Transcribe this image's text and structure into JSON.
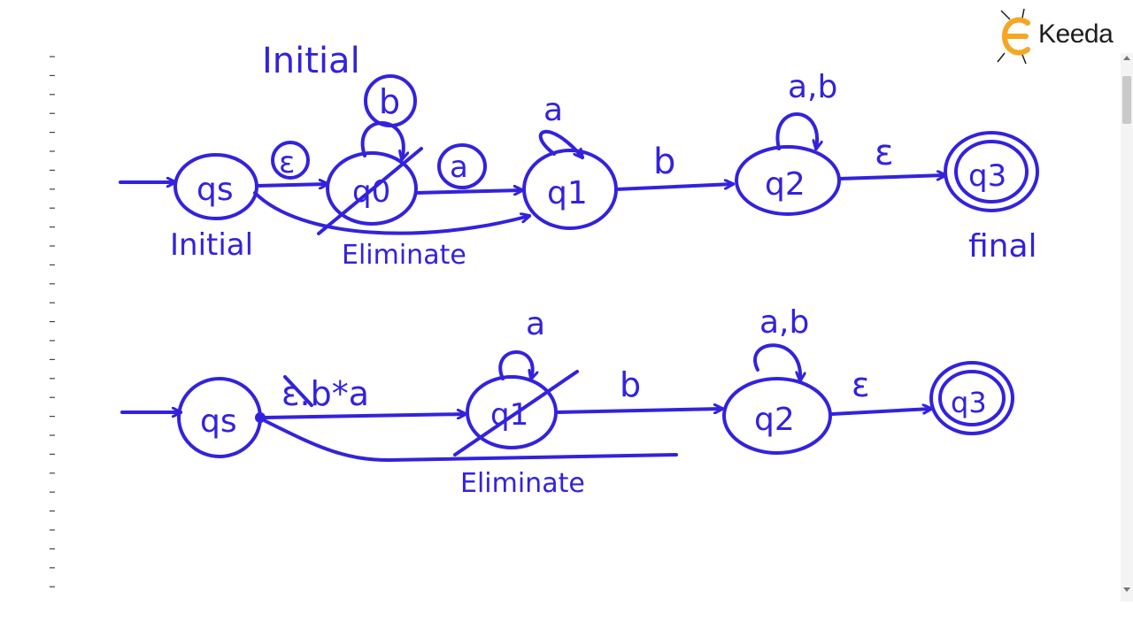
{
  "colors": {
    "ink": "#3322dd",
    "logo_orange": "#f5a623",
    "logo_dark": "#1d1d1b"
  },
  "logo": {
    "text": "Keeda",
    "icon": "e-bug-icon"
  },
  "diagram1": {
    "states": {
      "qs": "qs",
      "q0": "q0",
      "q1": "q1",
      "q2": "q2",
      "q3": "q3"
    },
    "labels": {
      "initial_top": "Initial",
      "initial_bottom": "Initial",
      "epsilon_qs_q0": "ε",
      "loop_q0": "b",
      "a_q0_q1": "a",
      "loop_q1": "a",
      "b_q1_q2": "b",
      "loop_q2": "a,b",
      "epsilon_q2_q3": "ε",
      "final": "final",
      "eliminate": "Eliminate"
    }
  },
  "diagram2": {
    "states": {
      "qs": "qs",
      "q1": "q1",
      "q2": "q2",
      "q3": "q3"
    },
    "labels": {
      "expr_qs_q1": "ε.b*a",
      "loop_q1": "a",
      "b_q1_q2": "b",
      "loop_q2": "a,b",
      "epsilon_q2_q3": "ε",
      "eliminate": "Eliminate"
    }
  }
}
